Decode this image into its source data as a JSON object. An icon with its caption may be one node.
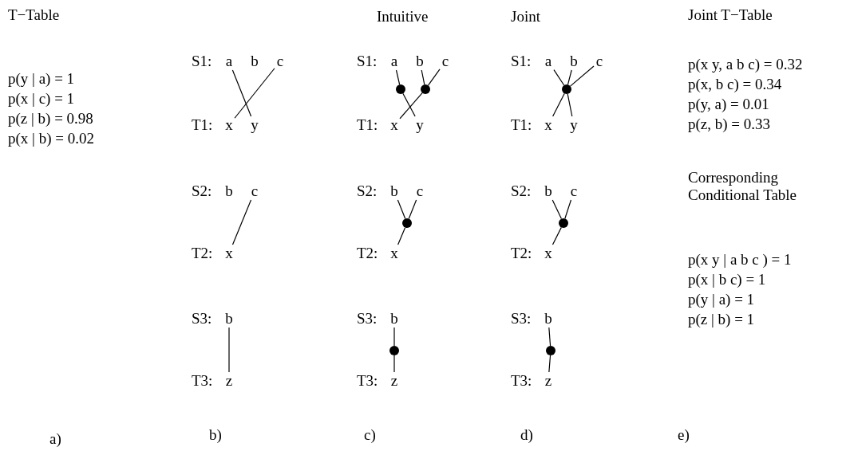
{
  "diagram": {
    "nodes": [
      {
        "text": [
          "a"
        ]
      },
      {
        "text": [
          "b"
        ]
      },
      {
        "text": [
          "c"
        ]
      },
      {
        "text": [
          "x"
        ]
      },
      {
        "text": [
          "y"
        ]
      },
      {
        "text": [
          "b"
        ]
      },
      {
        "text": [
          "c"
        ]
      },
      {
        "text": [
          "x"
        ]
      },
      {
        "text": [
          "b"
        ]
      },
      {
        "text": [
          "z"
        ]
      },
      {
        "text": [
          "a"
        ]
      },
      {
        "text": [
          "b"
        ]
      },
      {
        "text": [
          "c"
        ]
      },
      {
        "text": [],
        "shape": "circle"
      },
      {
        "text": [],
        "shape": "circle"
      },
      {
        "text": [
          "x"
        ]
      },
      {
        "text": [
          "y"
        ]
      },
      {
        "text": [
          "b"
        ]
      },
      {
        "text": [
          "c"
        ]
      },
      {
        "text": [],
        "shape": "circle"
      },
      {
        "text": [
          "x"
        ]
      },
      {
        "text": [
          "b"
        ]
      },
      {
        "text": [],
        "shape": "circle"
      },
      {
        "text": [
          "z"
        ]
      },
      {
        "text": [
          "a"
        ]
      },
      {
        "text": [
          "b"
        ]
      },
      {
        "text": [
          "c"
        ]
      },
      {
        "text": [],
        "shape": "circle"
      },
      {
        "text": [
          "x"
        ]
      },
      {
        "text": [
          "y"
        ]
      },
      {
        "text": [
          "b"
        ]
      },
      {
        "text": [
          "c"
        ]
      },
      {
        "text": [],
        "shape": "circle"
      },
      {
        "text": [
          "x"
        ]
      },
      {
        "text": [
          "b"
        ]
      },
      {
        "text": [],
        "shape": "circle"
      },
      {
        "text": [
          "z"
        ]
      }
    ],
    "edges": [
      {
        "from": 0,
        "to": 4,
        "arrow": "none"
      },
      {
        "from": 2,
        "to": 3,
        "arrow": "none"
      },
      {
        "from": 6,
        "to": 7,
        "arrow": "none"
      },
      {
        "from": 8,
        "to": 9,
        "arrow": "none"
      },
      {
        "from": 10,
        "to": 13,
        "arrow": "none"
      },
      {
        "from": 13,
        "to": 16,
        "arrow": "none"
      },
      {
        "from": 11,
        "to": 14,
        "arrow": "none"
      },
      {
        "from": 12,
        "to": 14,
        "arrow": "none"
      },
      {
        "from": 14,
        "to": 15,
        "arrow": "none"
      },
      {
        "from": 17,
        "to": 19,
        "arrow": "none"
      },
      {
        "from": 18,
        "to": 19,
        "arrow": "none"
      },
      {
        "from": 19,
        "to": 20,
        "arrow": "none"
      },
      {
        "from": 21,
        "to": 22,
        "arrow": "none"
      },
      {
        "from": 22,
        "to": 23,
        "arrow": "none"
      },
      {
        "from": 24,
        "to": 27,
        "arrow": "none"
      },
      {
        "from": 25,
        "to": 27,
        "arrow": "none"
      },
      {
        "from": 26,
        "to": 27,
        "arrow": "none"
      },
      {
        "from": 27,
        "to": 28,
        "arrow": "none"
      },
      {
        "from": 27,
        "to": 29,
        "arrow": "none"
      },
      {
        "from": 30,
        "to": 32,
        "arrow": "none"
      },
      {
        "from": 31,
        "to": 32,
        "arrow": "none"
      },
      {
        "from": 32,
        "to": 33,
        "arrow": "none"
      },
      {
        "from": 34,
        "to": 35,
        "arrow": "none"
      },
      {
        "from": 35,
        "to": 36,
        "arrow": "none"
      }
    ],
    "labels": [
      "T−Table",
      "p(y | a) = 1",
      "p(x | c) = 1",
      "p(z | b) = 0.98",
      "p(x | b) = 0.02",
      "a)",
      "S1:",
      "T1:",
      "S2:",
      "T2:",
      "S3:",
      "T3:",
      "b)",
      "Intuitive",
      "S1:",
      "T1:",
      "S2:",
      "T2:",
      "S3:",
      "T3:",
      "c)",
      "Joint",
      "S1:",
      "T1:",
      "S2:",
      "T2:",
      "S3:",
      "T3:",
      "d)",
      "Joint T−Table",
      "p(x y, a b c) = 0.32",
      "p(x, b c) = 0.34",
      "p(y, a) = 0.01",
      "p(z, b) = 0.33",
      "Corresponding Conditional Table",
      "p(x y | a b c ) = 1",
      "p(x | b c) = 1",
      "p(y | a) = 1",
      "p(z | b) = 1",
      "e)"
    ]
  }
}
